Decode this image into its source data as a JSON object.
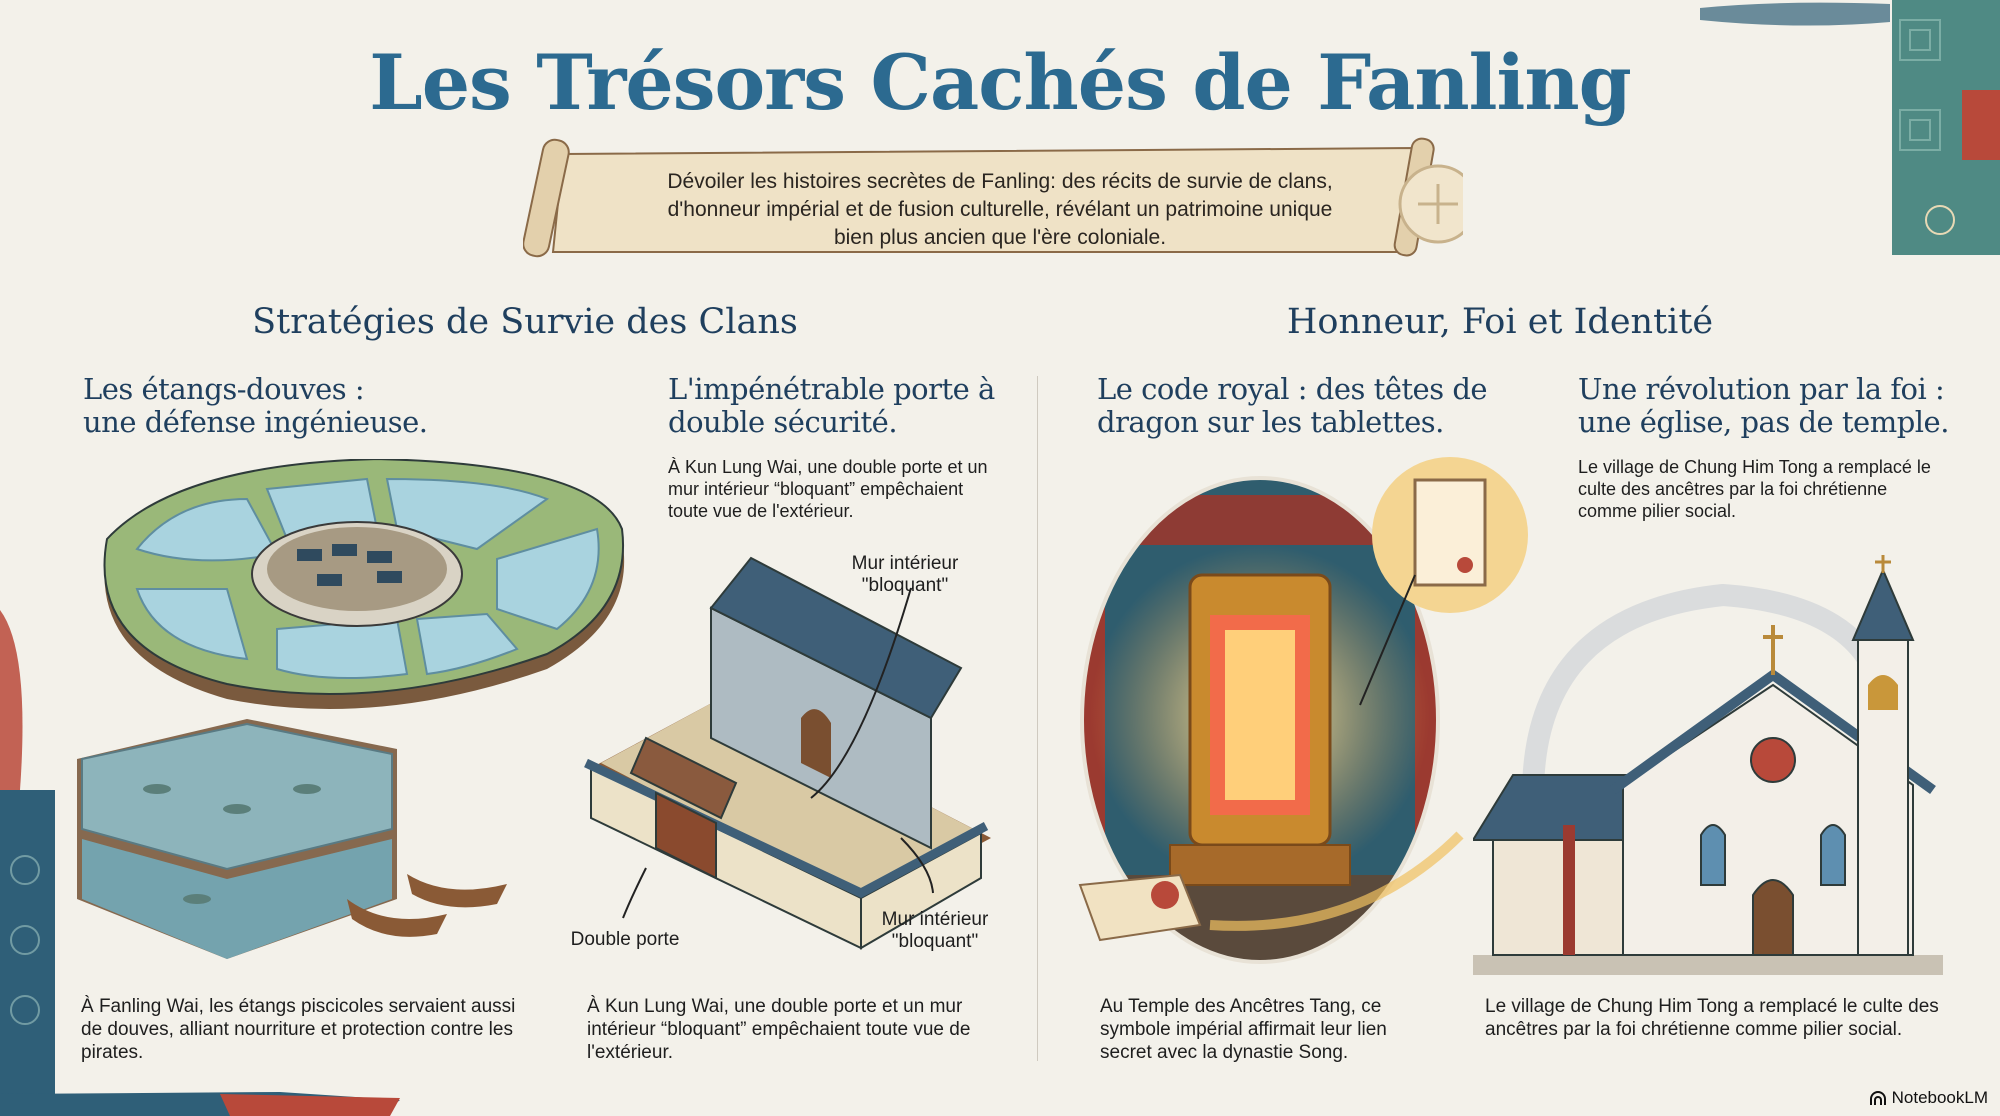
{
  "title": "Les Trésors Cachés de Fanling",
  "subtitle": "Dévoiler les histoires secrètes de Fanling: des récits de survie de clans, d'honneur impérial et de fusion culturelle, révélant un patrimoine unique bien plus ancien que l'ère coloniale.",
  "sections": [
    {
      "title": "Stratégies de Survie des Clans"
    },
    {
      "title": "Honneur, Foi et Identité"
    }
  ],
  "panels": [
    {
      "heading_line1": "Les étangs-douves :",
      "heading_line2": "une défense ingénieuse.",
      "caption": "À Fanling Wai, les étangs piscicoles servaient aussi de douves, alliant nourriture et protection contre les pirates."
    },
    {
      "heading_line1": "L'impénétrable porte à",
      "heading_line2": "double sécurité.",
      "intro": "À Kun Lung Wai, une double porte et un mur intérieur “bloquant” empêchaient toute vue de l'extérieur.",
      "labels": {
        "wall_top": "Mur intérieur \"bloquant\"",
        "wall_bottom": "Mur intérieur \"bloquant\"",
        "door": "Double porte"
      },
      "caption": "À Kun Lung Wai, une double porte et un mur intérieur “bloquant” empêchaient toute vue de l'extérieur."
    },
    {
      "heading_line1": "Le code royal : des têtes de",
      "heading_line2": "dragon sur les tablettes.",
      "caption": "Au Temple des Ancêtres Tang, ce symbole impérial affirmait leur lien secret avec la dynastie Song."
    },
    {
      "heading_line1": "Une révolution par la foi :",
      "heading_line2": "une église, pas de temple.",
      "intro": "Le village de Chung Him Tong a remplacé le culte des ancêtres par la foi chrétienne comme pilier social.",
      "caption": "Le village de Chung Him Tong a remplacé le culte des ancêtres par la foi chrétienne comme pilier social."
    }
  ],
  "brand": "NotebookLM",
  "colors": {
    "title": "#2c6a90",
    "heading": "#1f3f5e",
    "background": "#f3f1ea",
    "teal": "#2f6d73",
    "red": "#b8493a"
  }
}
